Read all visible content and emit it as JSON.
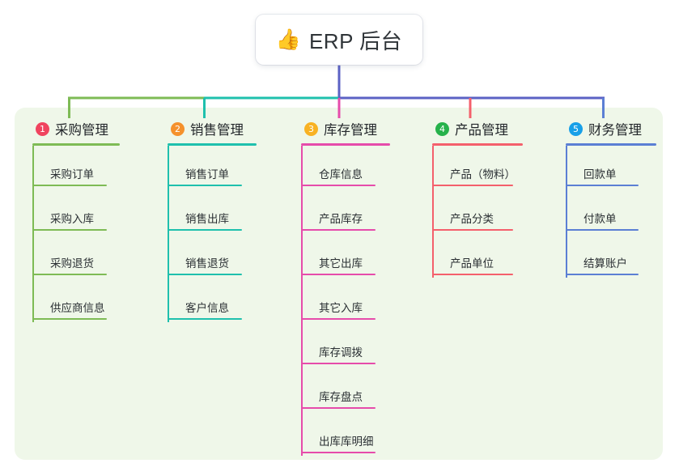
{
  "root": {
    "icon": "thumbs-up-emoji",
    "emoji": "👍",
    "title": "ERP 后台"
  },
  "colors": {
    "panel_bg": "#eff7e9",
    "page_bg": "#ffffff",
    "root_stem": "#5b62c4",
    "bus_left": "#7ebb55",
    "bus_mid": "#1fc0ad",
    "bus_right": "#5b62c4",
    "text": "#2b3034"
  },
  "columns": [
    {
      "index": "1",
      "label": "采购管理",
      "badge_color": "#f0445f",
      "rule_color": "#7ebb55",
      "stem_color": "#7ebb55",
      "items": [
        "采购订单",
        "采购入库",
        "采购退货",
        "供应商信息"
      ]
    },
    {
      "index": "2",
      "label": "销售管理",
      "badge_color": "#f5912c",
      "rule_color": "#1fc0ad",
      "stem_color": "#1fc0ad",
      "items": [
        "销售订单",
        "销售出库",
        "销售退货",
        "客户信息"
      ]
    },
    {
      "index": "3",
      "label": "库存管理",
      "badge_color": "#f8b223",
      "rule_color": "#e64cab",
      "stem_color": "#e64cab",
      "items": [
        "仓库信息",
        "产品库存",
        "其它出库",
        "其它入库",
        "库存调拨",
        "库存盘点",
        "出库库明细"
      ]
    },
    {
      "index": "4",
      "label": "产品管理",
      "badge_color": "#26b24b",
      "rule_color": "#f4606c",
      "stem_color": "#f4606c",
      "items": [
        "产品（物料）",
        "产品分类",
        "产品单位"
      ]
    },
    {
      "index": "5",
      "label": "财务管理",
      "badge_color": "#18a0e8",
      "rule_color": "#5b7fd4",
      "stem_color": "#5b7fd4",
      "items": [
        "回款单",
        "付款单",
        "结算账户"
      ]
    }
  ]
}
